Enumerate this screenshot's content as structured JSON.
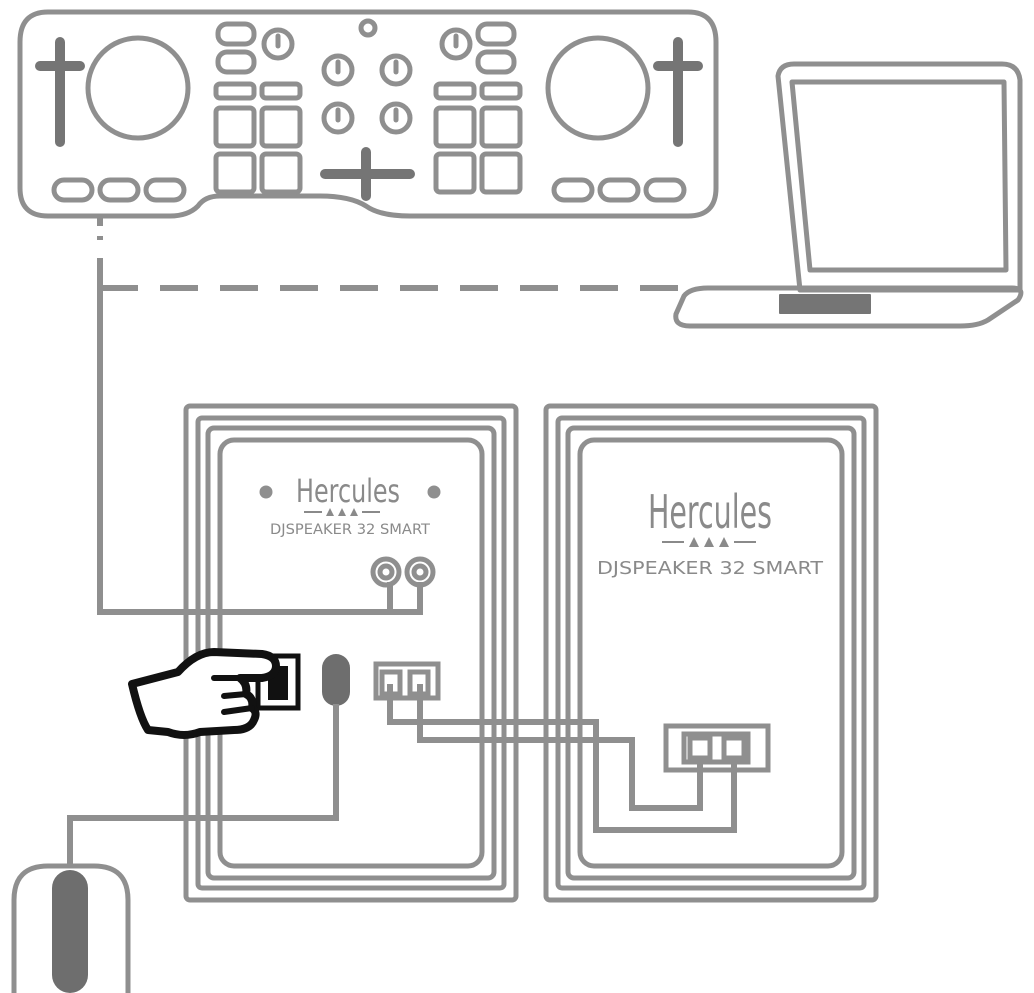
{
  "speaker_left": {
    "brand": "Hercules",
    "model": "DJSPEAKER 32 SMART"
  },
  "speaker_right": {
    "brand": "Hercules",
    "model": "DJSPEAKER 32 SMART"
  },
  "colors": {
    "outline": "#8f8f8f",
    "dark": "#757575",
    "black": "#111111"
  },
  "icons": {
    "controller": "dj-controller-icon",
    "laptop": "laptop-icon",
    "hand": "pointing-hand-icon",
    "plug": "power-plug-icon"
  }
}
